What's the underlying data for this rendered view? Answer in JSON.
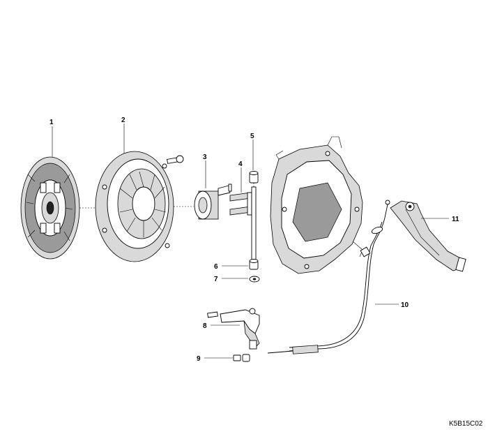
{
  "diagram": {
    "figure_code": "K5B15C02",
    "callouts": [
      {
        "id": 1,
        "label": "1"
      },
      {
        "id": 2,
        "label": "2"
      },
      {
        "id": 3,
        "label": "3"
      },
      {
        "id": 4,
        "label": "4"
      },
      {
        "id": 5,
        "label": "5"
      },
      {
        "id": 6,
        "label": "6"
      },
      {
        "id": 7,
        "label": "7"
      },
      {
        "id": 8,
        "label": "8"
      },
      {
        "id": 9,
        "label": "9"
      },
      {
        "id": 10,
        "label": "10"
      },
      {
        "id": 11,
        "label": "11"
      }
    ]
  }
}
